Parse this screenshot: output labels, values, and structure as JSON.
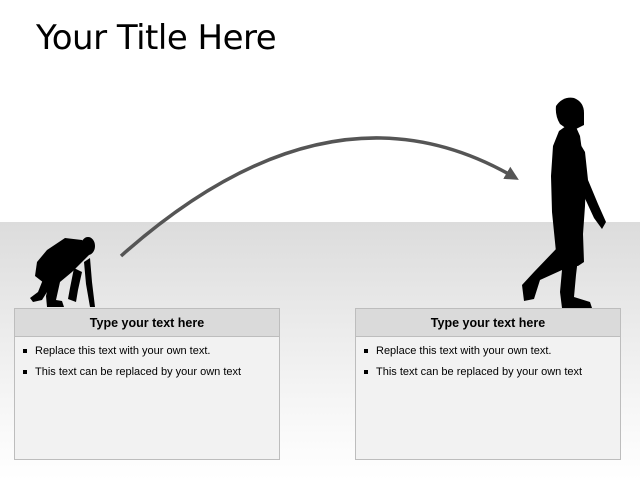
{
  "slide": {
    "title": "Your Title Here"
  },
  "panels": [
    {
      "heading": "Type your text here",
      "bullets": [
        "Replace this text with your own text.",
        "This text can be replaced by your own text"
      ]
    },
    {
      "heading": "Type your text here",
      "bullets": [
        "Replace this text with your own text.",
        "This text can be replaced by your own text"
      ]
    }
  ],
  "colors": {
    "arrow": "#555555",
    "silhouette": "#000000",
    "panel_header": "#dadada",
    "panel_body": "#f2f2f2"
  },
  "icons": [
    "ape-silhouette-icon",
    "human-silhouette-icon",
    "curved-arrow-icon"
  ]
}
